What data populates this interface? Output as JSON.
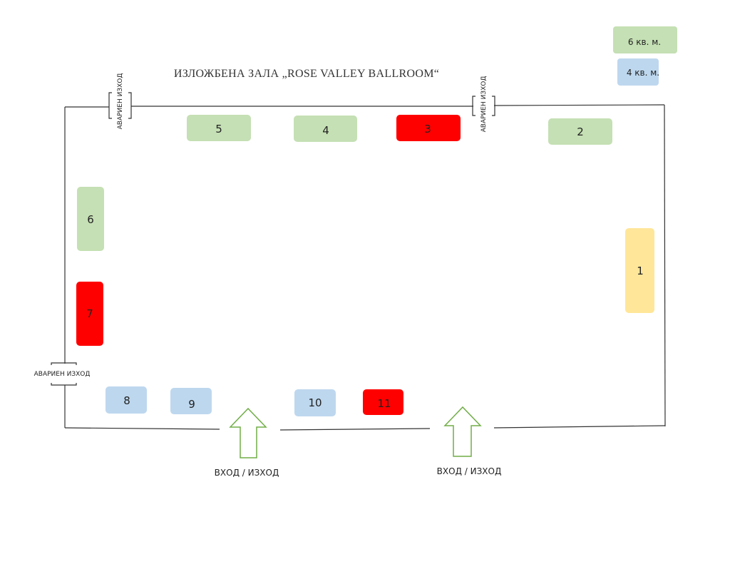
{
  "title": "ИЗЛОЖБЕНА ЗАЛА „ROSE VALLEY BALLROOM“",
  "legend": [
    {
      "label": "6 кв. м.",
      "color": "#c5e0b4"
    },
    {
      "label": "4 кв. м.",
      "color": "#bdd7ee"
    }
  ],
  "booths": [
    {
      "number": "1",
      "color": "#ffe699"
    },
    {
      "number": "2",
      "color": "#c5e0b4"
    },
    {
      "number": "3",
      "color": "#ff0000"
    },
    {
      "number": "4",
      "color": "#c5e0b4"
    },
    {
      "number": "5",
      "color": "#c5e0b4"
    },
    {
      "number": "6",
      "color": "#c5e0b4"
    },
    {
      "number": "7",
      "color": "#ff0000"
    },
    {
      "number": "8",
      "color": "#bdd7ee"
    },
    {
      "number": "9",
      "color": "#bdd7ee"
    },
    {
      "number": "10",
      "color": "#bdd7ee"
    },
    {
      "number": "11",
      "color": "#ff0000"
    }
  ],
  "emergency_exit_label": "АВАРИЕН ИЗХОД",
  "entrance_label": "ВХОД / ИЗХОД",
  "arrow_color": "#70ad47",
  "wall_color": "#333333"
}
